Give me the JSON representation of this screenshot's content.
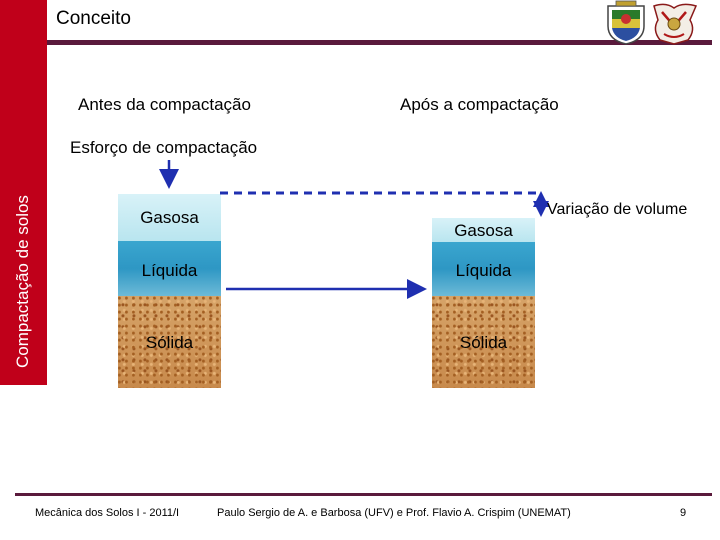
{
  "slide": {
    "title": "Conceito",
    "sidebar_label": "Compactação de solos",
    "logos": [
      "UNEMAT coat of arms",
      "UFV coat of arms"
    ]
  },
  "diagram": {
    "before_label": "Antes da compactação",
    "after_label": "Após a compactação",
    "force_label": "Esforço de compactação",
    "volume_change_label": "Variação de volume",
    "before_layers": {
      "gas": "Gasosa",
      "liquid": "Líquida",
      "solid": "Sólida"
    },
    "after_layers": {
      "gas": "Gasosa",
      "liquid": "Líquida",
      "solid": "Sólida"
    }
  },
  "footer": {
    "course": "Mecânica dos Solos I - 2011/I",
    "authors": "Paulo Sergio de A. e Barbosa (UFV) e Prof. Flavio  A. Crispim (UNEMAT)",
    "page_number": "9"
  },
  "colors": {
    "sidebar": "#c0001a",
    "rule": "#5a1a3c",
    "arrow": "#1f2fb0"
  }
}
